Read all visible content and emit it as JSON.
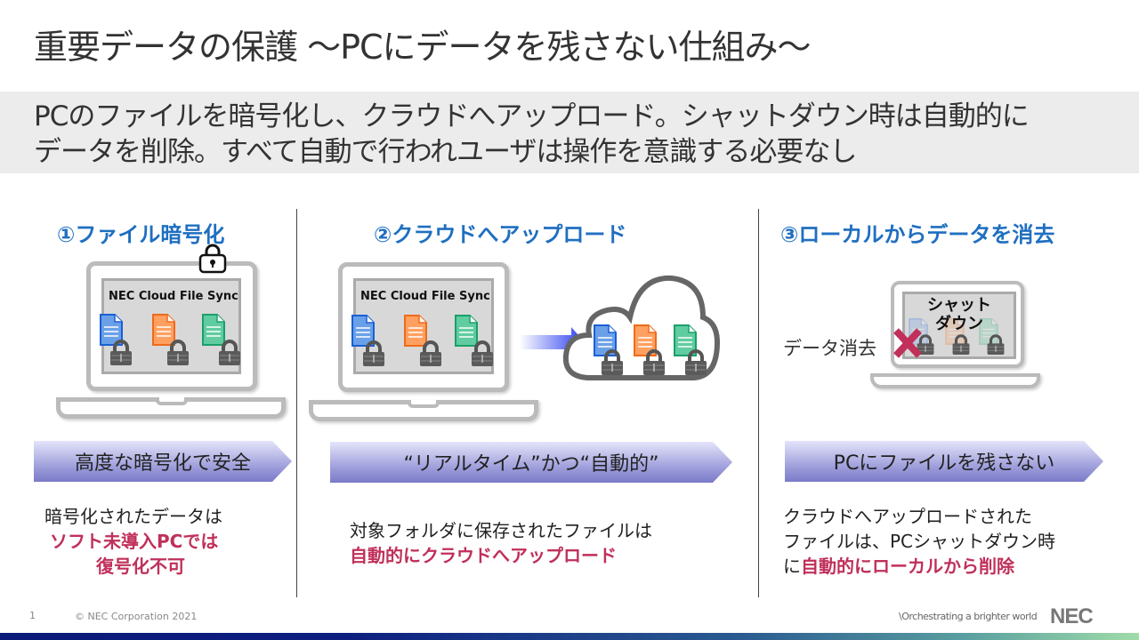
{
  "title": "重要データの保護 ～PCにデータを残さない仕組み～",
  "subtitle": {
    "line1": "PCのファイルを暗号化し、クラウドへアップロード。シャットダウン時は自動的に",
    "line2": "データを削除。すべて自動で行われユーザは操作を意識する必要なし"
  },
  "steps": [
    {
      "heading": "①ファイル暗号化",
      "app": "NEC Cloud File Sync",
      "banner": "高度な暗号化で安全",
      "desc1": "暗号化されたデータは",
      "desc2": "ソフト未導入PCでは",
      "desc3": "復号化不可"
    },
    {
      "heading": "②クラウドへアップロード",
      "app": "NEC Cloud File Sync",
      "banner": "“リアルタイム”かつ“自動的”",
      "desc1": "対象フォルダに保存されたファイルは",
      "desc2": "自動的にクラウドへアップロード"
    },
    {
      "heading": "③ローカルからデータを消去",
      "screen1": "シャット",
      "screen2": "ダウン",
      "erase": "データ消去",
      "banner": "PCにファイルを残さない",
      "desc1": "クラウドへアップロードされた",
      "desc2": "ファイルは、PCシャットダウン時",
      "desc3a": "に",
      "desc3b": "自動的にローカルから削除"
    }
  ],
  "footer": {
    "page": "1",
    "copyright": "© NEC Corporation 2021",
    "tagline": "\\Orchestrating a brighter world",
    "logo": "NEC"
  },
  "colors": {
    "heading": "#1f6fc0",
    "emphasis": "#c0305a",
    "doc_blue": "#1a5fd6",
    "doc_orange": "#f06a1a",
    "doc_green": "#1aa06a"
  }
}
